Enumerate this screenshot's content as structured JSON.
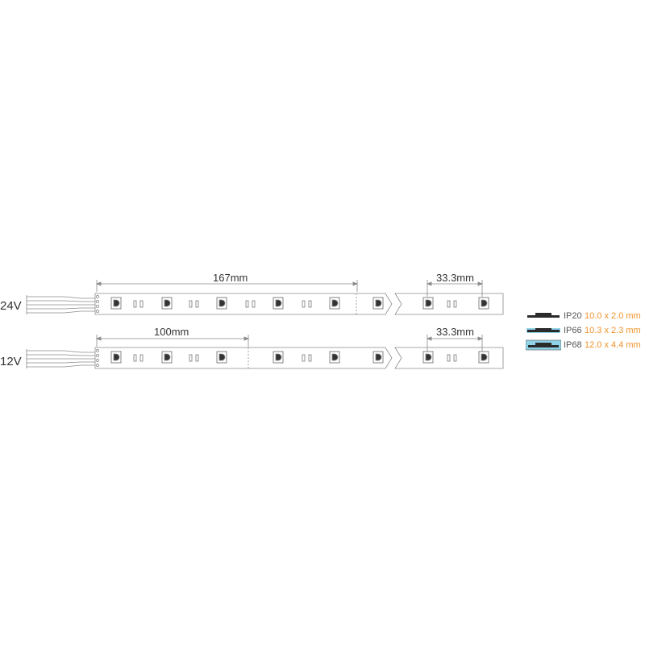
{
  "colors": {
    "line": "#8a8a8a",
    "text": "#333333",
    "accent": "#F0932B",
    "ip_dark": "#2b2b2b",
    "ip_water": "#8fd3e8"
  },
  "strips": [
    {
      "voltage": "24V",
      "segment_label": "167mm",
      "pitch_label": "33.3mm"
    },
    {
      "voltage": "12V",
      "segment_label": "100mm",
      "pitch_label": "33.3mm"
    }
  ],
  "legend": [
    {
      "rating": "IP20",
      "dims": "10.0 x 2.0 mm",
      "style": "bare"
    },
    {
      "rating": "IP66",
      "dims": "10.3 x 2.3 mm",
      "style": "coated"
    },
    {
      "rating": "IP68",
      "dims": "12.0 x 4.4 mm",
      "style": "encased"
    }
  ]
}
